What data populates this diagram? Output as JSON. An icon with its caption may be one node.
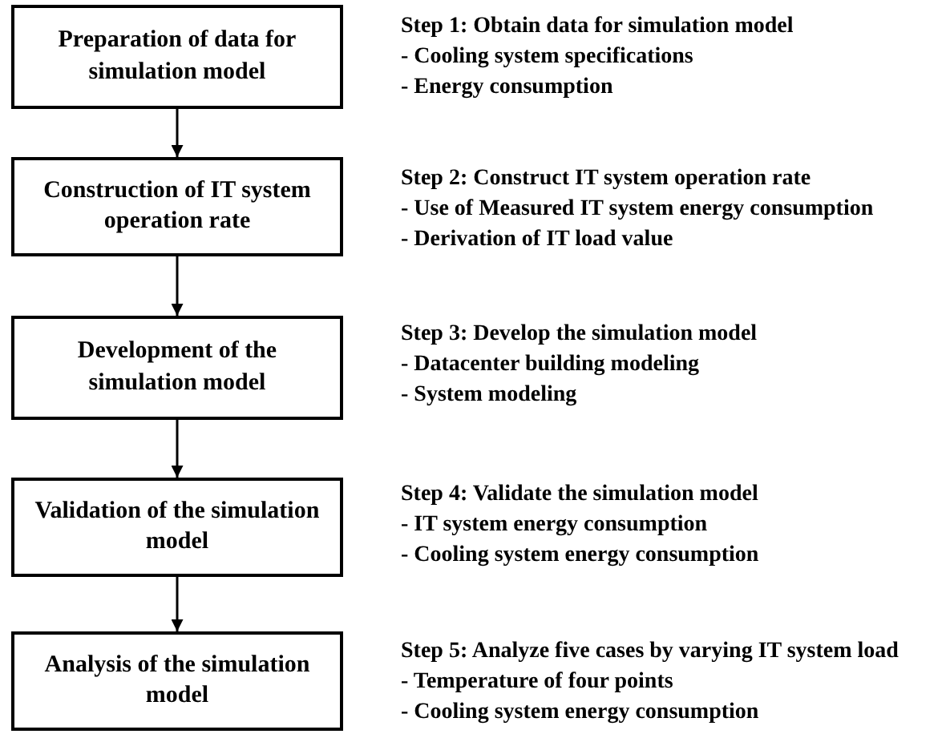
{
  "diagram": {
    "nodes": [
      {
        "text": [
          "Preparation of data for simulation model"
        ],
        "beside": [
          "Step 1: Obtain data for simulation model",
          "- Cooling system specifications",
          "- Energy consumption"
        ]
      },
      {
        "text": [
          "Construction of IT system operation rate"
        ],
        "beside": [
          "Step 2: Construct IT system operation rate",
          "- Use of Measured IT system energy consumption",
          "- Derivation of IT load value"
        ]
      },
      {
        "text": [
          "Development of the simulation model"
        ],
        "beside": [
          "Step 3: Develop the simulation model",
          "- Datacenter building modeling",
          "- System modeling"
        ]
      },
      {
        "text": [
          "Validation of the simulation model"
        ],
        "beside": [
          "Step 4: Validate the simulation model",
          "- IT system energy consumption",
          "- Cooling system energy consumption"
        ]
      },
      {
        "text": [
          "Analysis of the simulation model"
        ],
        "beside": [
          "Step 5: Analyze five cases by varying IT system load",
          "- Temperature of four points",
          "- Cooling system energy consumption"
        ]
      }
    ],
    "edges": [
      {
        "from": 0,
        "to": 1,
        "arrow": "to"
      },
      {
        "from": 1,
        "to": 2,
        "arrow": "to"
      },
      {
        "from": 2,
        "to": 3,
        "arrow": "to"
      },
      {
        "from": 3,
        "to": 4,
        "arrow": "to"
      }
    ]
  }
}
